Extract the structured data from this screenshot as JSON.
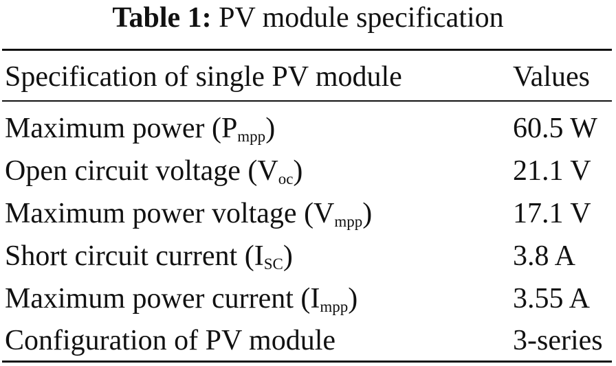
{
  "caption": {
    "label": "Table 1:",
    "title": "PV module specification"
  },
  "table": {
    "headers": [
      "Specification of single PV module",
      "Values"
    ],
    "rows": [
      {
        "name": "Maximum power (P",
        "sub": "mpp",
        "close": ")",
        "value": "60.5 W"
      },
      {
        "name": "Open circuit voltage (V",
        "sub": "oc",
        "close": ")",
        "value": "21.1 V"
      },
      {
        "name": "Maximum power voltage (V",
        "sub": "mpp",
        "close": ")",
        "value": "17.1 V"
      },
      {
        "name": "Short circuit current (I",
        "sub": "SC",
        "close": ")",
        "value": "3.8 A"
      },
      {
        "name": "Maximum power current (I",
        "sub": "mpp",
        "close": ")",
        "value": "3.55 A"
      },
      {
        "name": "Configuration of PV module",
        "sub": "",
        "close": "",
        "value": "3-series"
      }
    ]
  }
}
